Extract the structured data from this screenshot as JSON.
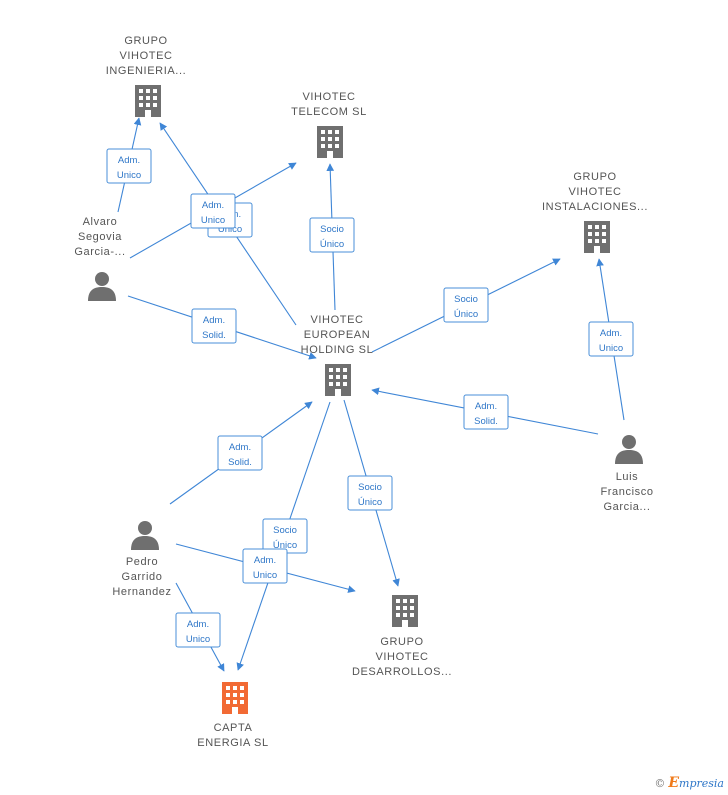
{
  "colors": {
    "edge": "#3f86d6",
    "building": "#6f6f6f",
    "building_highlight": "#f26a34",
    "person": "#6f6f6f",
    "label": "#555555"
  },
  "nodes": [
    {
      "id": "grupo-vihotec-ingenieria",
      "type": "company",
      "lines": [
        "GRUPO",
        "VIHOTEC",
        "INGENIERIA..."
      ]
    },
    {
      "id": "vihotec-telecom",
      "type": "company",
      "lines": [
        "VIHOTEC",
        "TELECOM  SL"
      ]
    },
    {
      "id": "grupo-vihotec-instalaciones",
      "type": "company",
      "lines": [
        "GRUPO",
        "VIHOTEC",
        "INSTALACIONES..."
      ]
    },
    {
      "id": "alvaro-segovia",
      "type": "person",
      "lines": [
        "Alvaro",
        "Segovia",
        "Garcia-..."
      ]
    },
    {
      "id": "vihotec-european-holding",
      "type": "company",
      "lines": [
        "VIHOTEC",
        "EUROPEAN",
        "HOLDING  SL"
      ]
    },
    {
      "id": "luis-francisco",
      "type": "person",
      "lines": [
        "Luis",
        "Francisco",
        "Garcia..."
      ]
    },
    {
      "id": "pedro-garrido",
      "type": "person",
      "lines": [
        "Pedro",
        "Garrido",
        "Hernandez"
      ]
    },
    {
      "id": "grupo-vihotec-desarrollos",
      "type": "company",
      "lines": [
        "GRUPO",
        "VIHOTEC",
        "DESARROLLOS..."
      ]
    },
    {
      "id": "capta-energia",
      "type": "company-highlight",
      "lines": [
        "CAPTA",
        "ENERGIA  SL"
      ]
    }
  ],
  "edges": [
    {
      "from": "alvaro-segovia",
      "to": "grupo-vihotec-ingenieria",
      "label": [
        "Adm.",
        "Unico"
      ]
    },
    {
      "from": "vihotec-european-holding",
      "to": "grupo-vihotec-ingenieria",
      "label": [
        "Adm.",
        "Unico"
      ]
    },
    {
      "from": "alvaro-segovia",
      "to": "vihotec-telecom",
      "label": [
        "Adm.",
        "Unico"
      ]
    },
    {
      "from": "vihotec-european-holding",
      "to": "vihotec-telecom",
      "label": [
        "Socio",
        "Único"
      ]
    },
    {
      "from": "alvaro-segovia",
      "to": "vihotec-european-holding",
      "label": [
        "Adm.",
        "Solid."
      ]
    },
    {
      "from": "vihotec-european-holding",
      "to": "grupo-vihotec-instalaciones",
      "label": [
        "Socio",
        "Único"
      ]
    },
    {
      "from": "luis-francisco",
      "to": "grupo-vihotec-instalaciones",
      "label": [
        "Adm.",
        "Unico"
      ]
    },
    {
      "from": "luis-francisco",
      "to": "vihotec-european-holding",
      "label": [
        "Adm.",
        "Solid."
      ]
    },
    {
      "from": "pedro-garrido",
      "to": "vihotec-european-holding",
      "label": [
        "Adm.",
        "Solid."
      ]
    },
    {
      "from": "vihotec-european-holding",
      "to": "grupo-vihotec-desarrollos",
      "label": [
        "Socio",
        "Único"
      ]
    },
    {
      "from": "vihotec-european-holding",
      "to": "capta-energia",
      "label": [
        "Socio",
        "Único"
      ]
    },
    {
      "from": "pedro-garrido",
      "to": "grupo-vihotec-desarrollos",
      "label": [
        "Adm.",
        "Unico"
      ]
    },
    {
      "from": "pedro-garrido",
      "to": "capta-energia",
      "label": [
        "Adm.",
        "Unico"
      ]
    }
  ],
  "watermark": {
    "copyright": "©",
    "brand_initial": "E",
    "brand_rest": "mpresia"
  }
}
